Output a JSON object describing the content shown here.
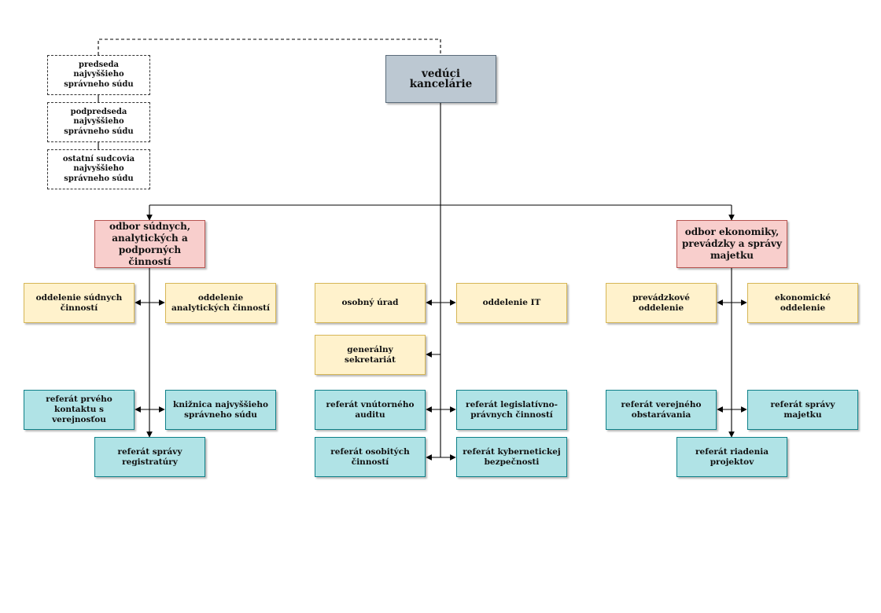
{
  "supreme_court": {
    "chairman": "predseda najvyššieho správneho súdu",
    "vice_chairman": "podpredseda najvyššieho správneho súdu",
    "judges": "ostatní sudcovia najvyššieho správneho súdu"
  },
  "head_of_office": "vedúci kancelárie",
  "left_division": {
    "title": "odbor súdnych, analytických a podporných činností",
    "dept_judicial": "oddelenie súdnych činností",
    "dept_analytical": "oddelenie analytických činností",
    "ref_public_contact": "referát prvého kontaktu s verejnosťou",
    "ref_library": "knižnica najvyššieho správneho súdu",
    "ref_registry": "referát správy registratúry"
  },
  "center_units": {
    "personnel": "osobný úrad",
    "it": "oddelenie IT",
    "secretariat": "generálny sekretariát",
    "ref_internal_audit": "referát vnútorného auditu",
    "ref_legislative": "referát legislatívno-právnych činností",
    "ref_special": "referát osobitých činností",
    "ref_cyber": "referát kybernetickej bezpečnosti"
  },
  "right_division": {
    "title": "odbor ekonomiky, prevádzky a správy majetku",
    "dept_operations": "prevádzkové oddelenie",
    "dept_economic": "ekonomické oddelenie",
    "ref_procurement": "referát verejného obstarávania",
    "ref_property": "referát správy majetku",
    "ref_projects": "referát riadenia projektov"
  },
  "colors": {
    "head": "#bcc8d2",
    "division": "#f8cecc",
    "department": "#fff2cc",
    "unit": "#b0e3e6",
    "connector": "#000000"
  }
}
